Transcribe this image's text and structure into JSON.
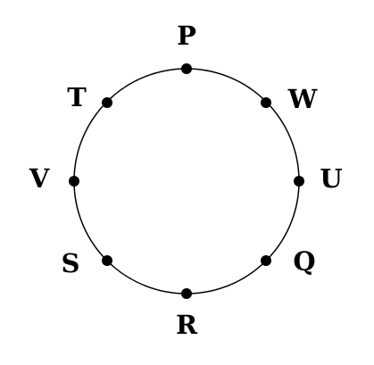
{
  "diagram": {
    "type": "circle-with-labeled-points",
    "colors": {
      "stroke": "#000000",
      "point": "#000000",
      "label": "#000000",
      "background": "#ffffff"
    },
    "points": [
      {
        "label": "P"
      },
      {
        "label": "W"
      },
      {
        "label": "U"
      },
      {
        "label": "Q"
      },
      {
        "label": "R"
      },
      {
        "label": "S"
      },
      {
        "label": "V"
      },
      {
        "label": "T"
      }
    ]
  }
}
